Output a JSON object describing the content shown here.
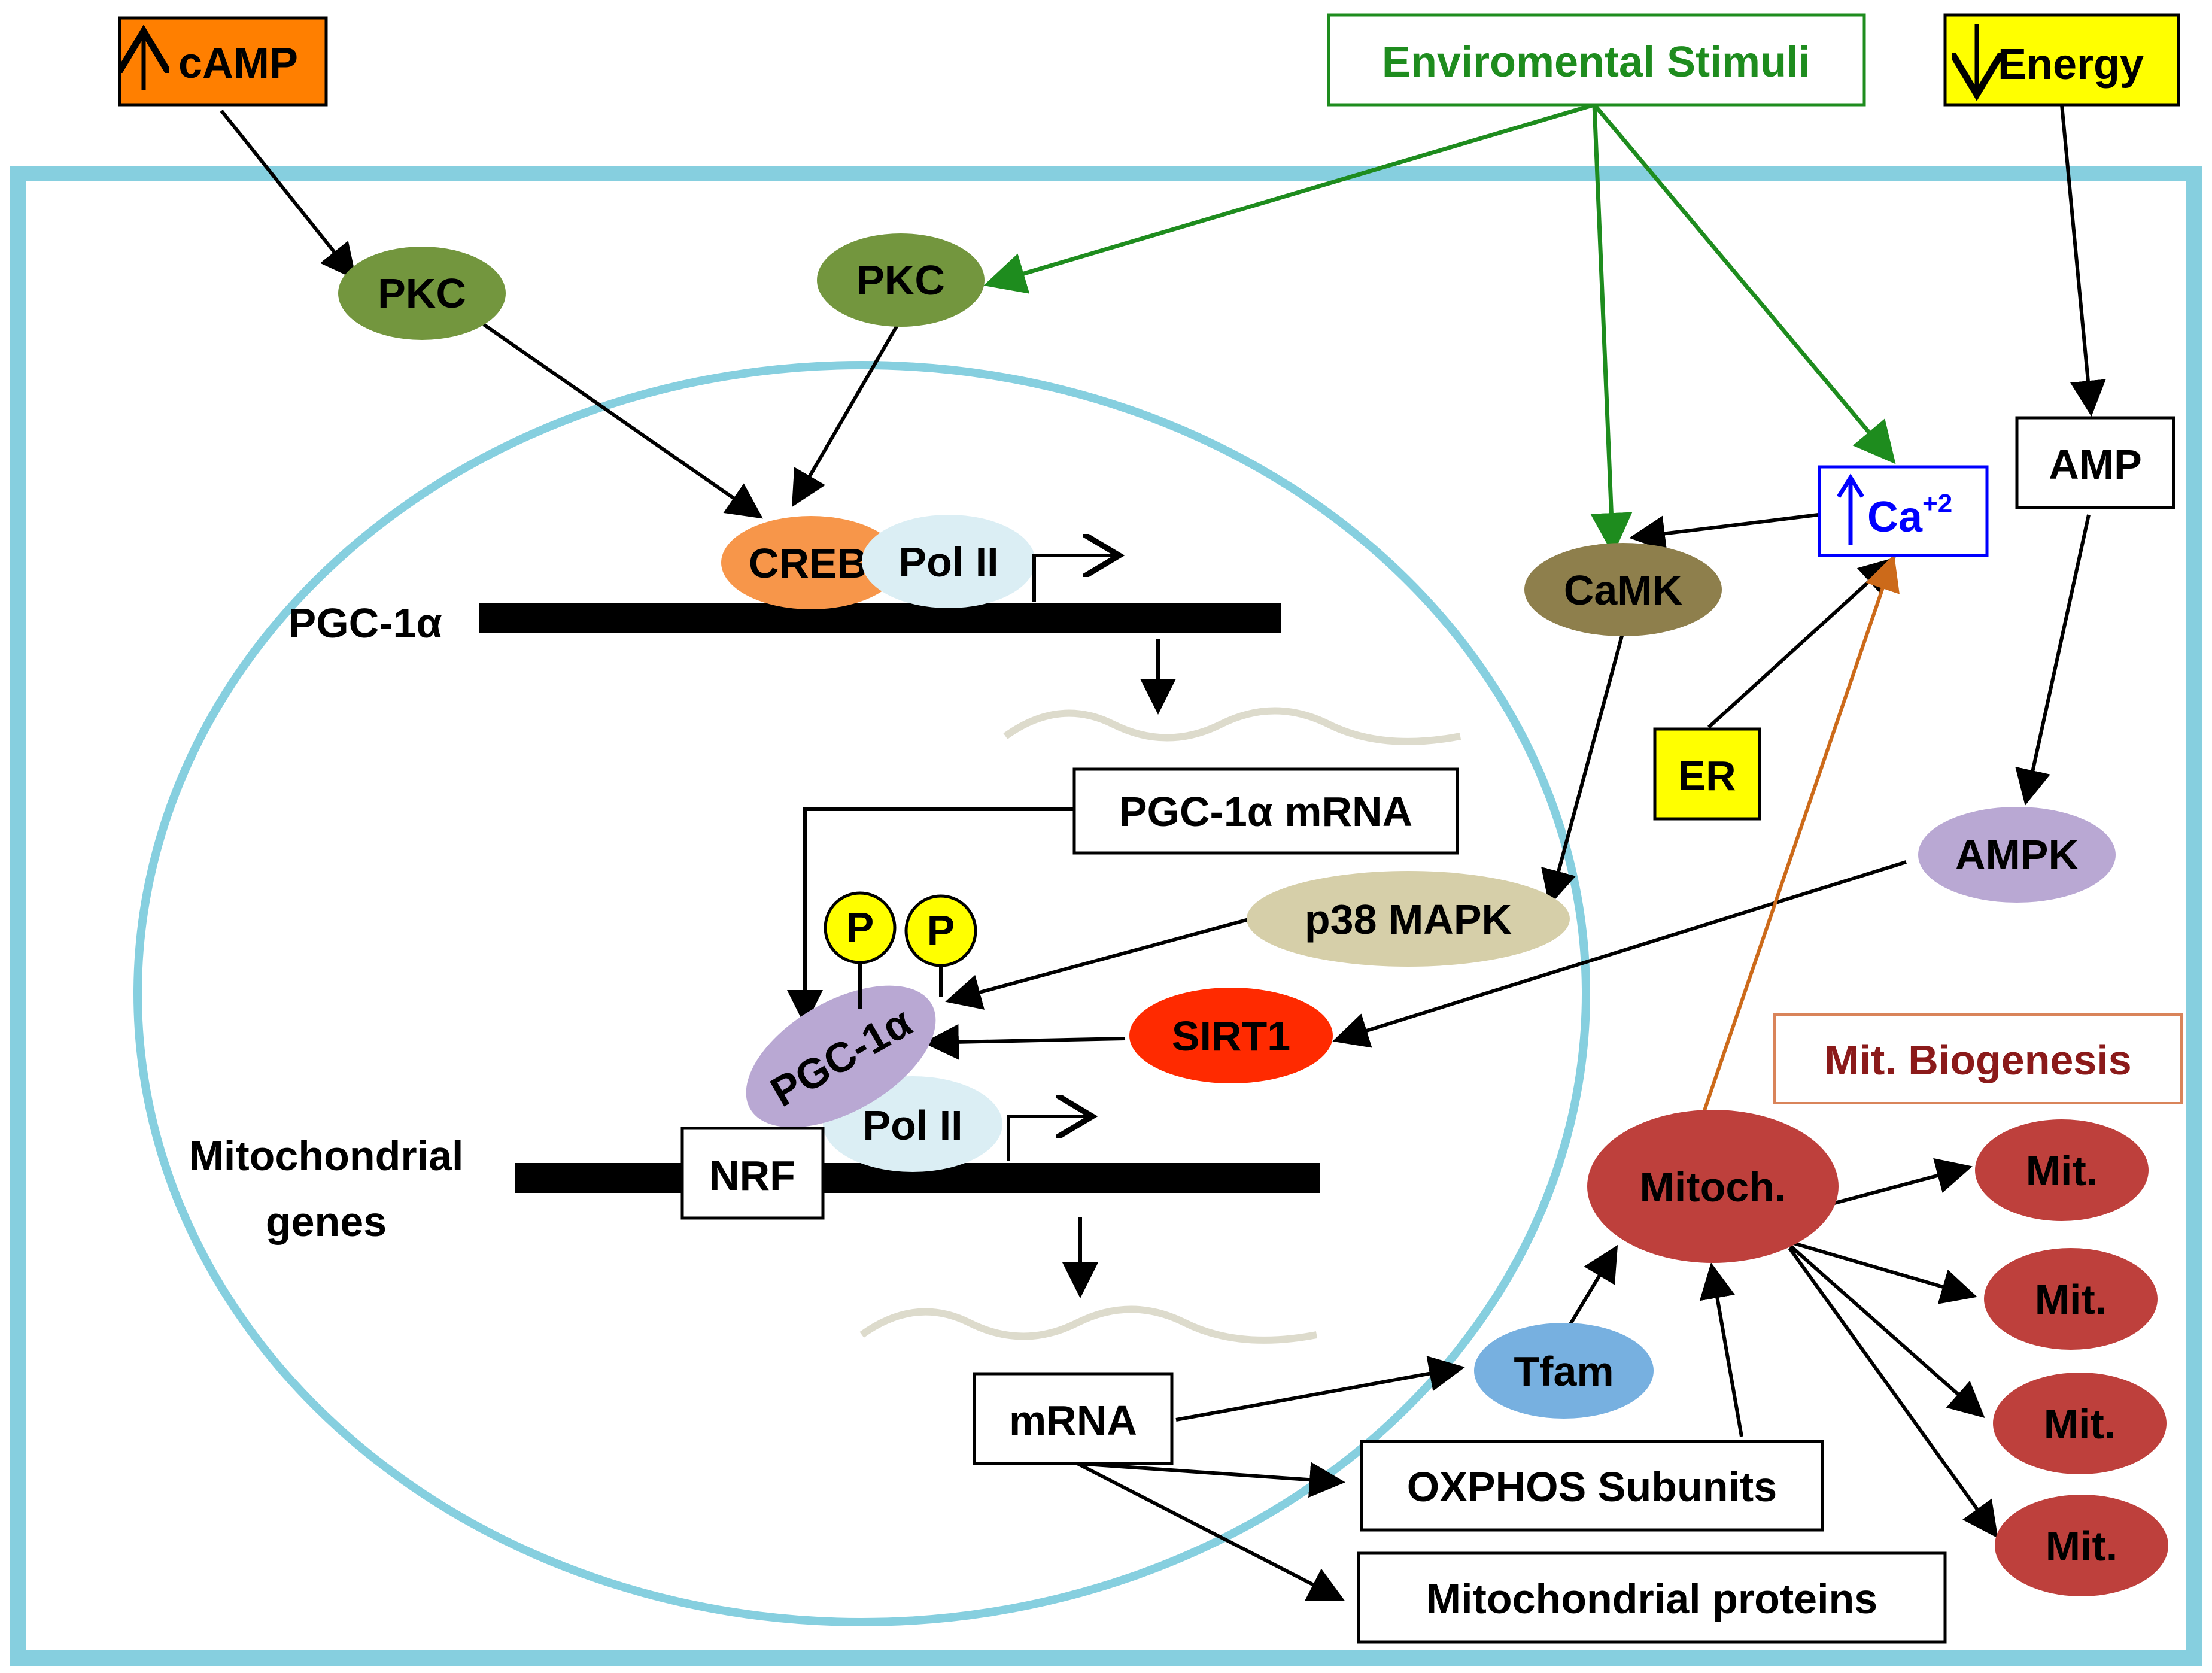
{
  "colors": {
    "cell_border": "#86CFDF",
    "nucleus_border": "#86CFDF",
    "camp_fill": "#FF7F00",
    "energy_fill": "#FFFF00",
    "er_fill": "#FFFF00",
    "stimuli_green": "#1E8C1E",
    "pkc_fill": "#73963E",
    "creb_fill": "#F7964A",
    "pol_fill": "#DBEEF4",
    "camk_fill": "#8E7F4C",
    "p38_fill": "#D6CFA9",
    "ampk_fill": "#B9A8D3",
    "sirt1_fill": "#FF2A00",
    "pgc_fill": "#B9A8D3",
    "p_fill": "#FFFF00",
    "tfam_fill": "#77B0E0",
    "mit_fill": "#BE403C",
    "ca_blue": "#0000FF",
    "mit_bio_red": "#8B1A1A",
    "mit_bio_border": "#D9845A",
    "orange_arrow": "#CC6A1A",
    "mrna_wave": "#DDDBCC"
  },
  "labels": {
    "camp": "cAMP",
    "stimuli": "Enviromental Stimuli",
    "energy": "Energy",
    "pkc_left": "PKC",
    "pkc_right": "PKC",
    "creb": "CREB",
    "pol_top": "Pol II",
    "pgc_gene": "PGC-1α",
    "camk": "CaMK",
    "ca_base": "Ca",
    "ca_sup": "+2",
    "amp": "AMP",
    "er": "ER",
    "pgc_mrna": "PGC-1α mRNA",
    "ampk": "AMPK",
    "p38": "p38 MAPK",
    "p1": "P",
    "p2": "P",
    "pgc_protein": "PGC-1α",
    "sirt1": "SIRT1",
    "mit_bio": "Mit. Biogenesis",
    "pol_bottom": "Pol II",
    "nrf": "NRF",
    "mito_genes_1": "Mitochondrial",
    "mito_genes_2": "genes",
    "mitoch": "Mitoch.",
    "mit1": "Mit.",
    "mit2": "Mit.",
    "mit3": "Mit.",
    "mit4": "Mit.",
    "tfam": "Tfam",
    "mrna": "mRNA",
    "oxphos": "OXPHOS Subunits",
    "mito_proteins": "Mitochondrial proteins"
  }
}
